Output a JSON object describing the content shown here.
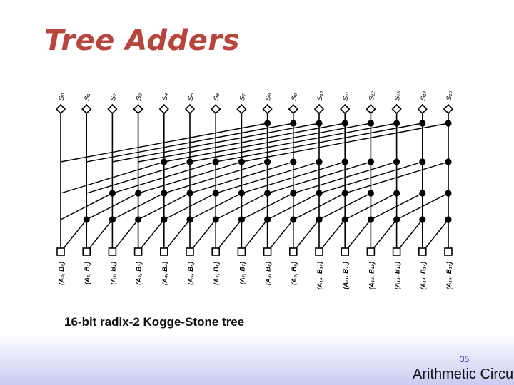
{
  "slide": {
    "title": "Tree Adders",
    "caption": "16-bit radix-2 Kogge-Stone tree",
    "page_number": "35",
    "course": "Arithmetic Circui"
  },
  "diagram": {
    "bits": 16,
    "levels": 4,
    "outputs": [
      "S₀",
      "S₁",
      "S₂",
      "S₃",
      "S₄",
      "S₅",
      "S₆",
      "S₇",
      "S₈",
      "S₉",
      "S₁₀",
      "S₁₁",
      "S₁₂",
      "S₁₃",
      "S₁₄",
      "S₁₅"
    ],
    "inputs": [
      "(A₀, B₀)",
      "(A₁, B₁)",
      "(A₂, B₂)",
      "(A₃, B₃)",
      "(A₄, B₄)",
      "(A₅, B₅)",
      "(A₆, B₆)",
      "(A₇, B₇)",
      "(A₈, B₈)",
      "(A₉, B₉)",
      "(A₁₀, B₁₀)",
      "(A₁₁, B₁₁)",
      "(A₁₂, B₁₂)",
      "(A₁₃, B₁₃)",
      "(A₁₄, B₁₄)",
      "(A₁₅, B₁₅)"
    ]
  }
}
